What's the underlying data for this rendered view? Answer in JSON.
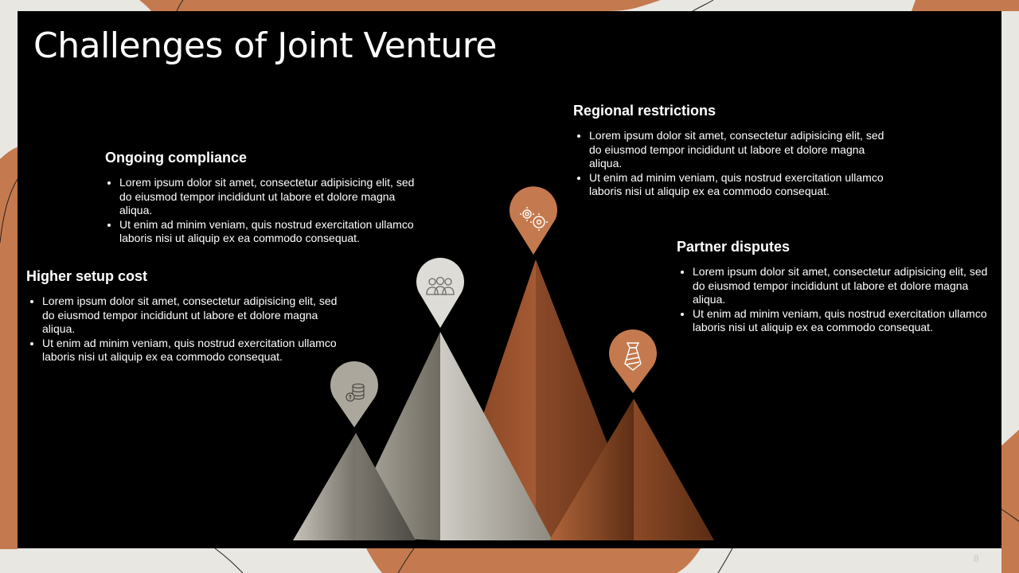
{
  "slide": {
    "title": "Challenges of Joint Venture",
    "page_number": "8"
  },
  "colors": {
    "accent": "#c47a4e",
    "gray_pin": "#aca79d",
    "light_pin": "#dedcd7",
    "background": "#000000"
  },
  "challenges": [
    {
      "title": "Regional restrictions",
      "bullets": [
        "Lorem ipsum dolor sit amet, consectetur adipisicing elit, sed do eiusmod tempor incididunt ut labore et dolore magna aliqua.",
        "Ut enim ad minim veniam, quis nostrud exercitation ullamco laboris nisi ut aliquip ex ea commodo consequat."
      ],
      "icon": "gears-icon"
    },
    {
      "title": "Ongoing compliance",
      "bullets": [
        "Lorem ipsum dolor sit amet, consectetur adipisicing elit, sed do eiusmod tempor incididunt ut labore et dolore magna aliqua.",
        "Ut enim ad minim veniam, quis nostrud exercitation ullamco laboris nisi ut aliquip ex ea commodo consequat."
      ],
      "icon": "team-icon"
    },
    {
      "title": "Partner disputes",
      "bullets": [
        "Lorem ipsum dolor sit amet, consectetur adipisicing elit, sed do eiusmod tempor incididunt ut labore et dolore magna aliqua.",
        "Ut enim ad minim veniam, quis nostrud exercitation ullamco laboris nisi ut aliquip ex ea commodo consequat."
      ],
      "icon": "necktie-icon"
    },
    {
      "title": "Higher setup cost",
      "bullets": [
        "Lorem ipsum dolor sit amet, consectetur adipisicing elit, sed do eiusmod tempor incididunt ut labore et dolore magna aliqua.",
        "Ut enim ad minim veniam, quis nostrud exercitation ullamco laboris nisi ut aliquip ex ea commodo consequat."
      ],
      "icon": "coins-icon"
    }
  ]
}
